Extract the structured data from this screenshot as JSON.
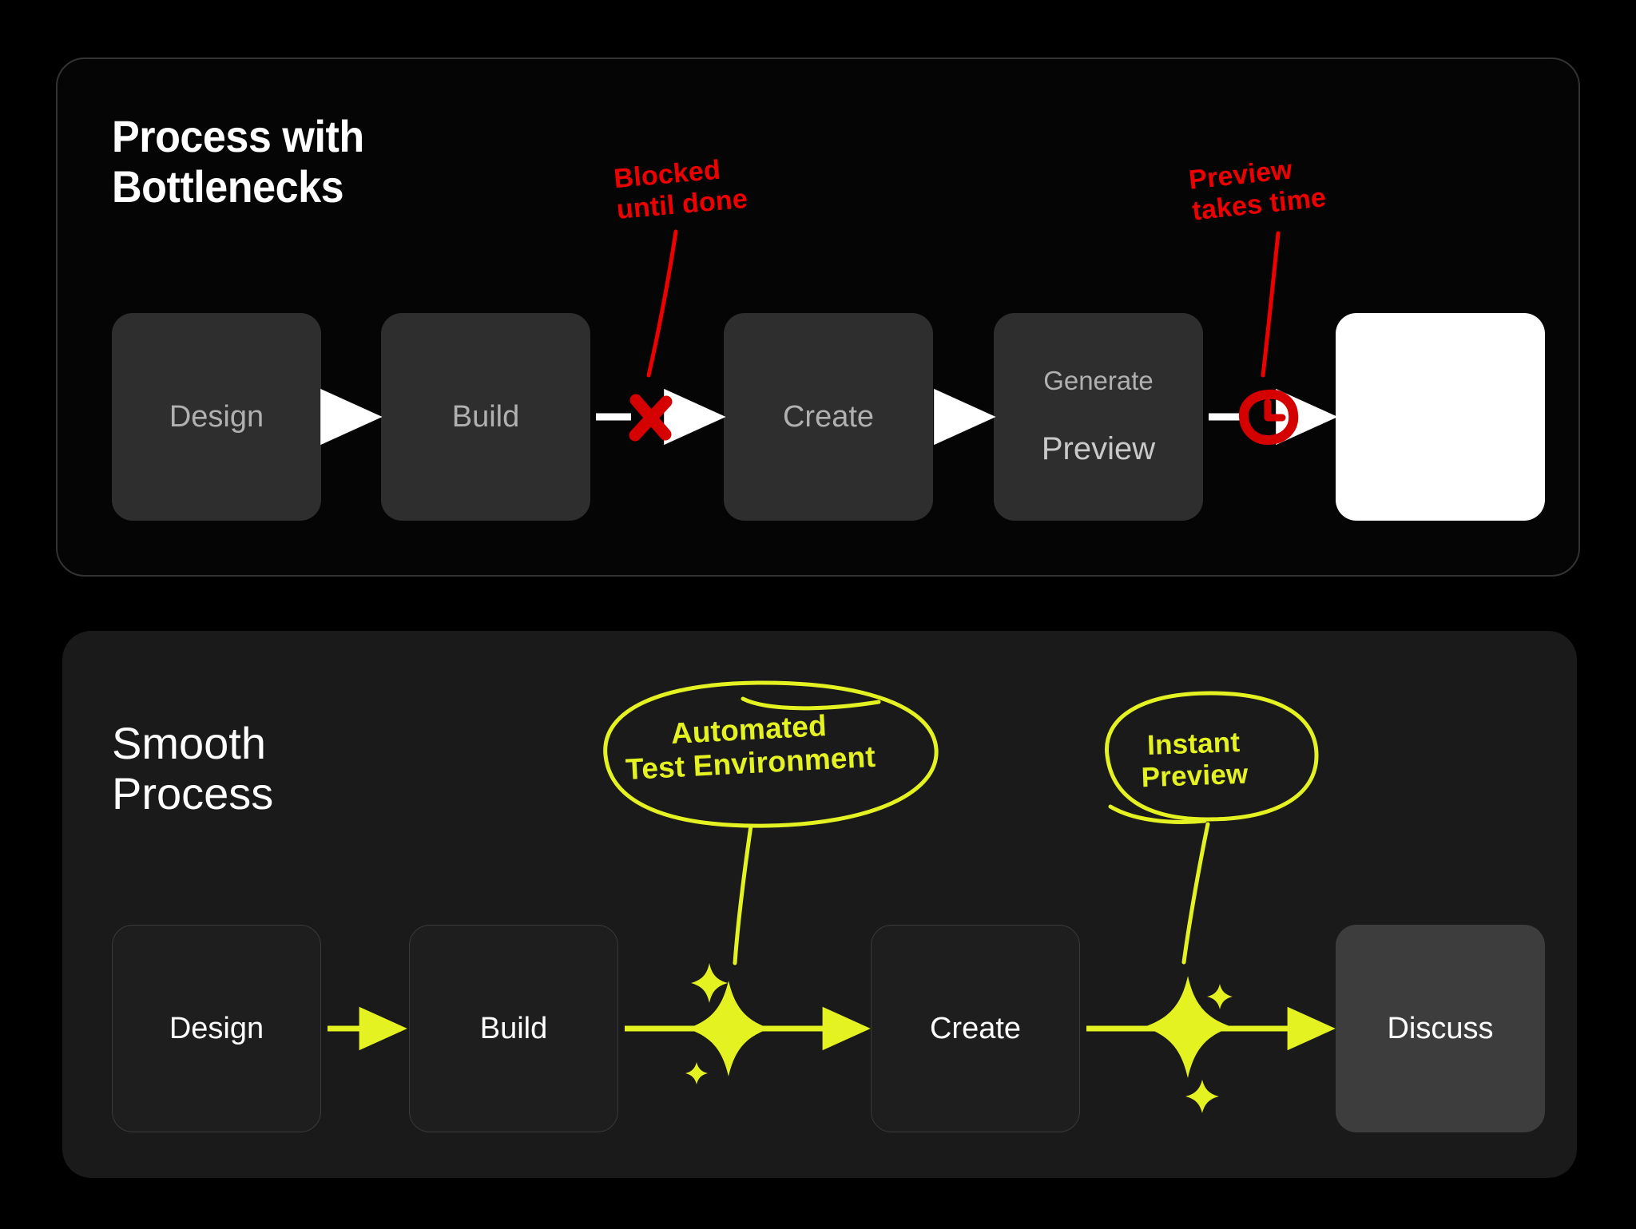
{
  "diagram": {
    "background": "#000000",
    "accent_red": "#ee0000",
    "accent_yellow": "#e4f222"
  },
  "panels": [
    {
      "id": "bottleneck",
      "title": "Process with\nBottlenecks",
      "steps": [
        {
          "label": "Design",
          "style": "dark"
        },
        {
          "label": "Build",
          "style": "dark"
        },
        {
          "label": "Create",
          "style": "dark"
        },
        {
          "label": "Generate",
          "label2": "Preview",
          "style": "dark"
        },
        {
          "label": "",
          "style": "white"
        }
      ],
      "annotations": [
        {
          "name": "blocked-note",
          "text": "Blocked\nuntil done",
          "color": "#ee0000",
          "marker": "x-mark-icon"
        },
        {
          "name": "preview-time-note",
          "text": "Preview\ntakes time",
          "color": "#ee0000",
          "marker": "clock-icon"
        }
      ]
    },
    {
      "id": "smooth",
      "title": "Smooth\nProcess",
      "steps": [
        {
          "label": "Design",
          "style": "soft"
        },
        {
          "label": "Build",
          "style": "soft"
        },
        {
          "label": "Create",
          "style": "soft"
        },
        {
          "label": "Discuss",
          "style": "light"
        }
      ],
      "annotations": [
        {
          "name": "automated-test-note",
          "text": "Automated\nTest Environment",
          "color": "#e4f222",
          "marker": "sparkle-icon"
        },
        {
          "name": "instant-preview-note",
          "text": "Instant\nPreview",
          "color": "#e4f222",
          "marker": "sparkle-icon"
        }
      ]
    }
  ]
}
